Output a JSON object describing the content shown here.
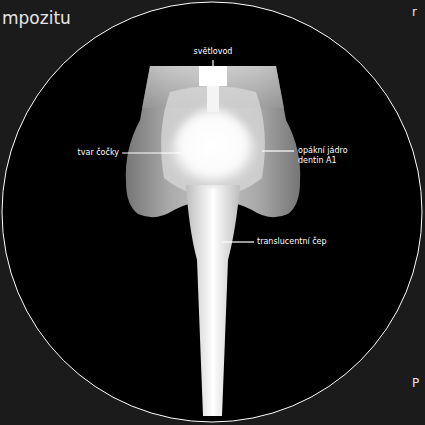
{
  "diagram": {
    "labels": [
      "mpozitu",
      "r",
      "světlovod",
      "tvar čočky",
      "opákní jádro dentin A1",
      "translucentní čep",
      "P"
    ]
  }
}
